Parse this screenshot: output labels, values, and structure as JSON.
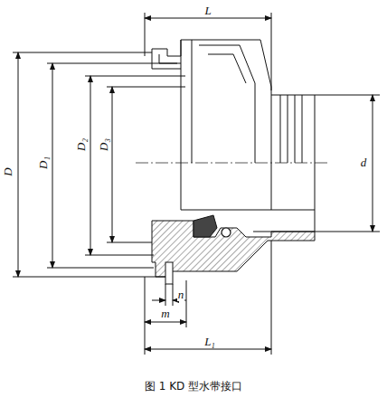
{
  "diagram": {
    "caption": "图 1 KD 型水带接口",
    "labels": [
      "L",
      "D",
      "D₁",
      "D₂",
      "D₃",
      "d",
      "n",
      "m",
      "L₁"
    ]
  }
}
